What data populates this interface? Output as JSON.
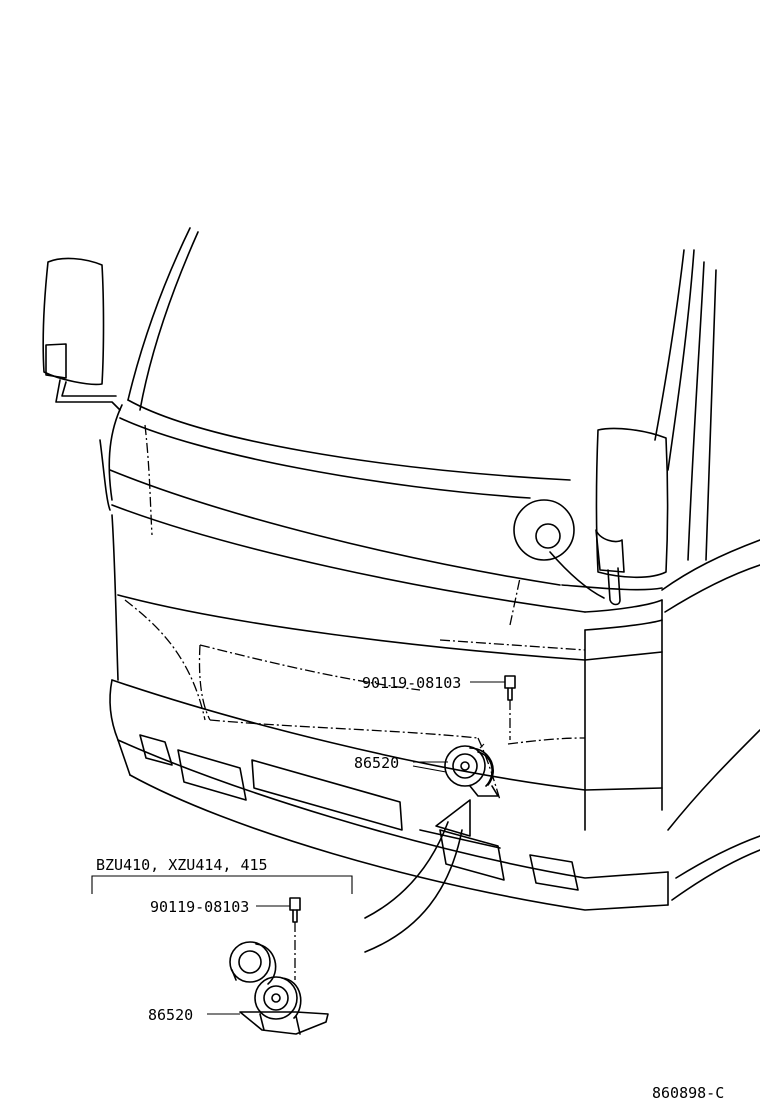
{
  "callouts": {
    "bolt_main": "90119-08103",
    "horn_main": "86520",
    "inset_header": "BZU410, XZU414, 415",
    "bolt_inset": "90119-08103",
    "horn_inset": "86520"
  },
  "diagram_code": "860898-C"
}
